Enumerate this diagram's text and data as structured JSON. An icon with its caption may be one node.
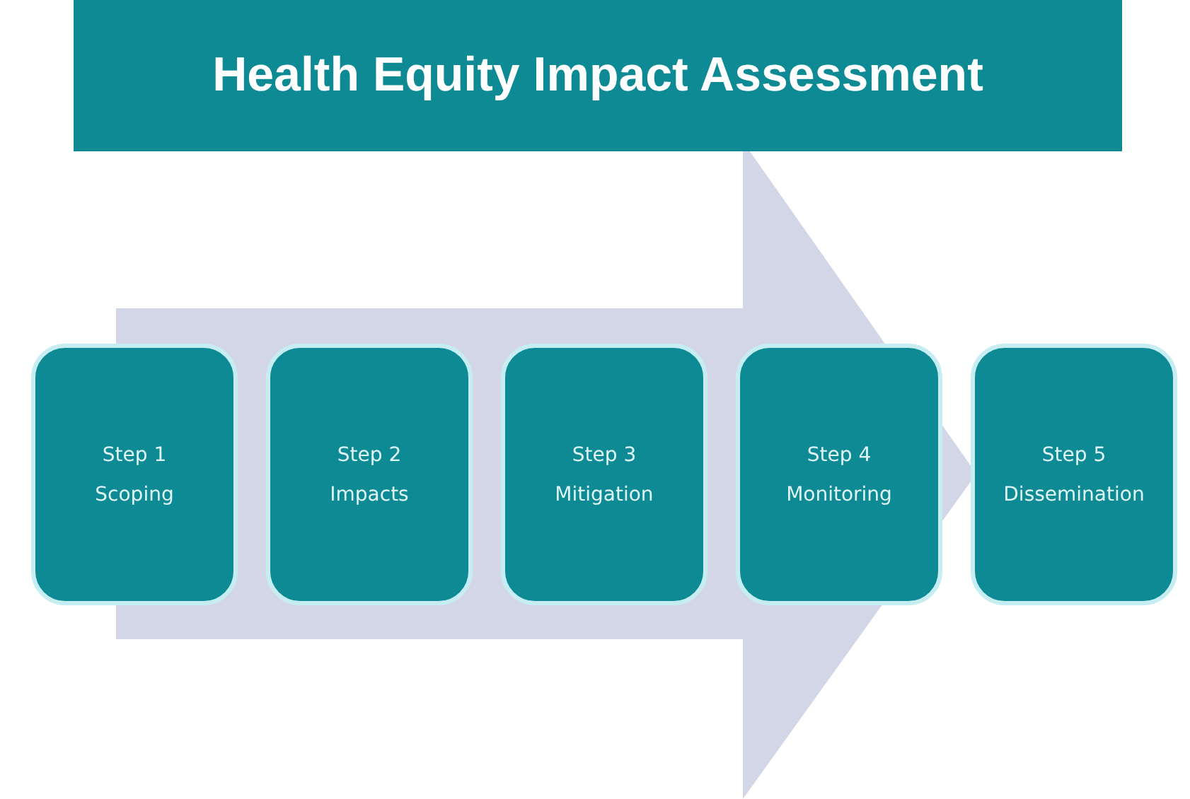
{
  "diagram": {
    "title": "Health Equity Impact Assessment",
    "nodes": [
      {
        "text": [
          "Step 1",
          "Scoping"
        ]
      },
      {
        "text": [
          "Step 2",
          "Impacts"
        ]
      },
      {
        "text": [
          "Step 3",
          "Mitigation"
        ]
      },
      {
        "text": [
          "Step 4",
          "Monitoring"
        ]
      },
      {
        "text": [
          "Step 5",
          "Dissemination"
        ]
      }
    ],
    "edges": [
      {
        "from": 0,
        "to": 4,
        "arrow": "to"
      }
    ]
  }
}
